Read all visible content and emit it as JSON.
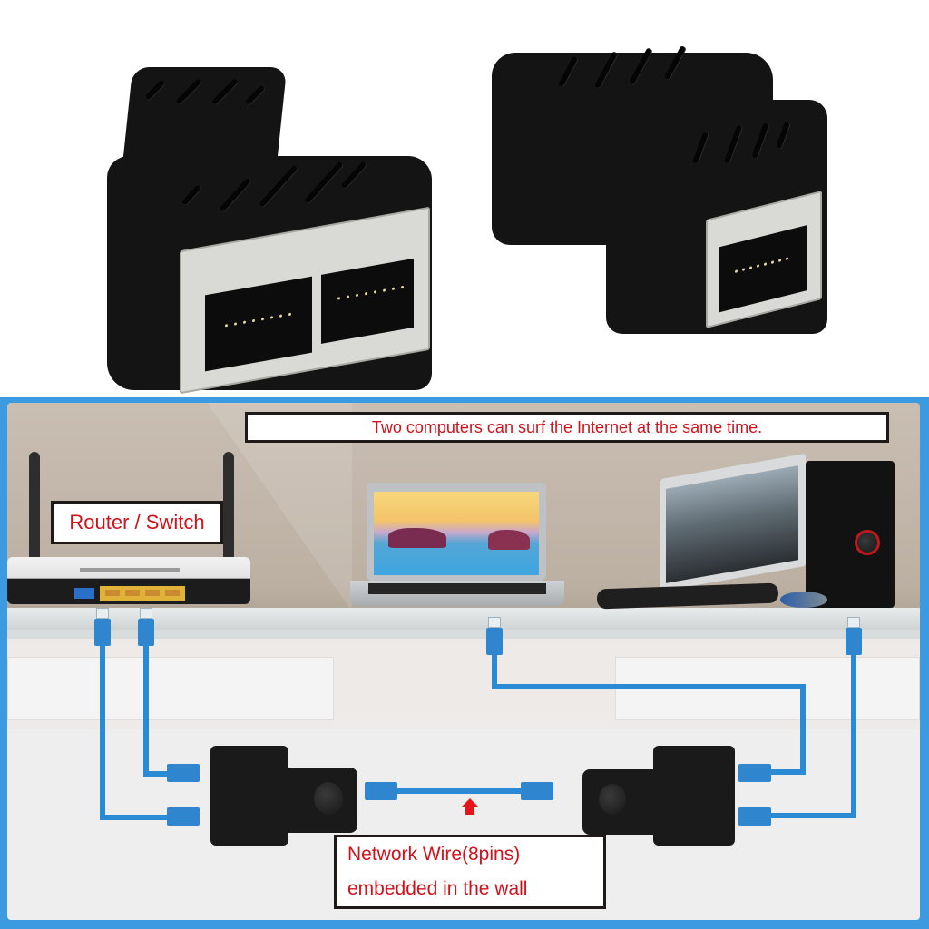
{
  "product_photos": {
    "left_item": {
      "description": "1-to-2 RJ45 splitter, dual port face",
      "ports": 2,
      "pins_per_port": 8
    },
    "right_item": {
      "description": "1-to-2 RJ45 splitter, single port face",
      "ports": 1,
      "pins_per_port": 8
    }
  },
  "diagram": {
    "headline": "Two computers can surf the Internet at the same time.",
    "router_label": "Router / Switch",
    "wire_label_line1": "Network Wire(8pins)",
    "wire_label_line2": "embedded in the wall",
    "devices": [
      {
        "name": "Router / Switch",
        "ports_used": 2
      },
      {
        "name": "Laptop"
      },
      {
        "name": "Desktop PC"
      }
    ],
    "splitters": [
      {
        "side": "left",
        "inputs": 2,
        "outputs": 1
      },
      {
        "side": "right",
        "inputs": 1,
        "outputs": 2
      }
    ]
  },
  "colors": {
    "frame_blue": "#3c9be0",
    "cable_blue": "#2a8bd4",
    "label_red": "#d0121b",
    "label_border": "#1f1a18",
    "wall": "#bcb0a3",
    "router_ports": "#e0b23a",
    "arrow_red": "#e8141c"
  }
}
